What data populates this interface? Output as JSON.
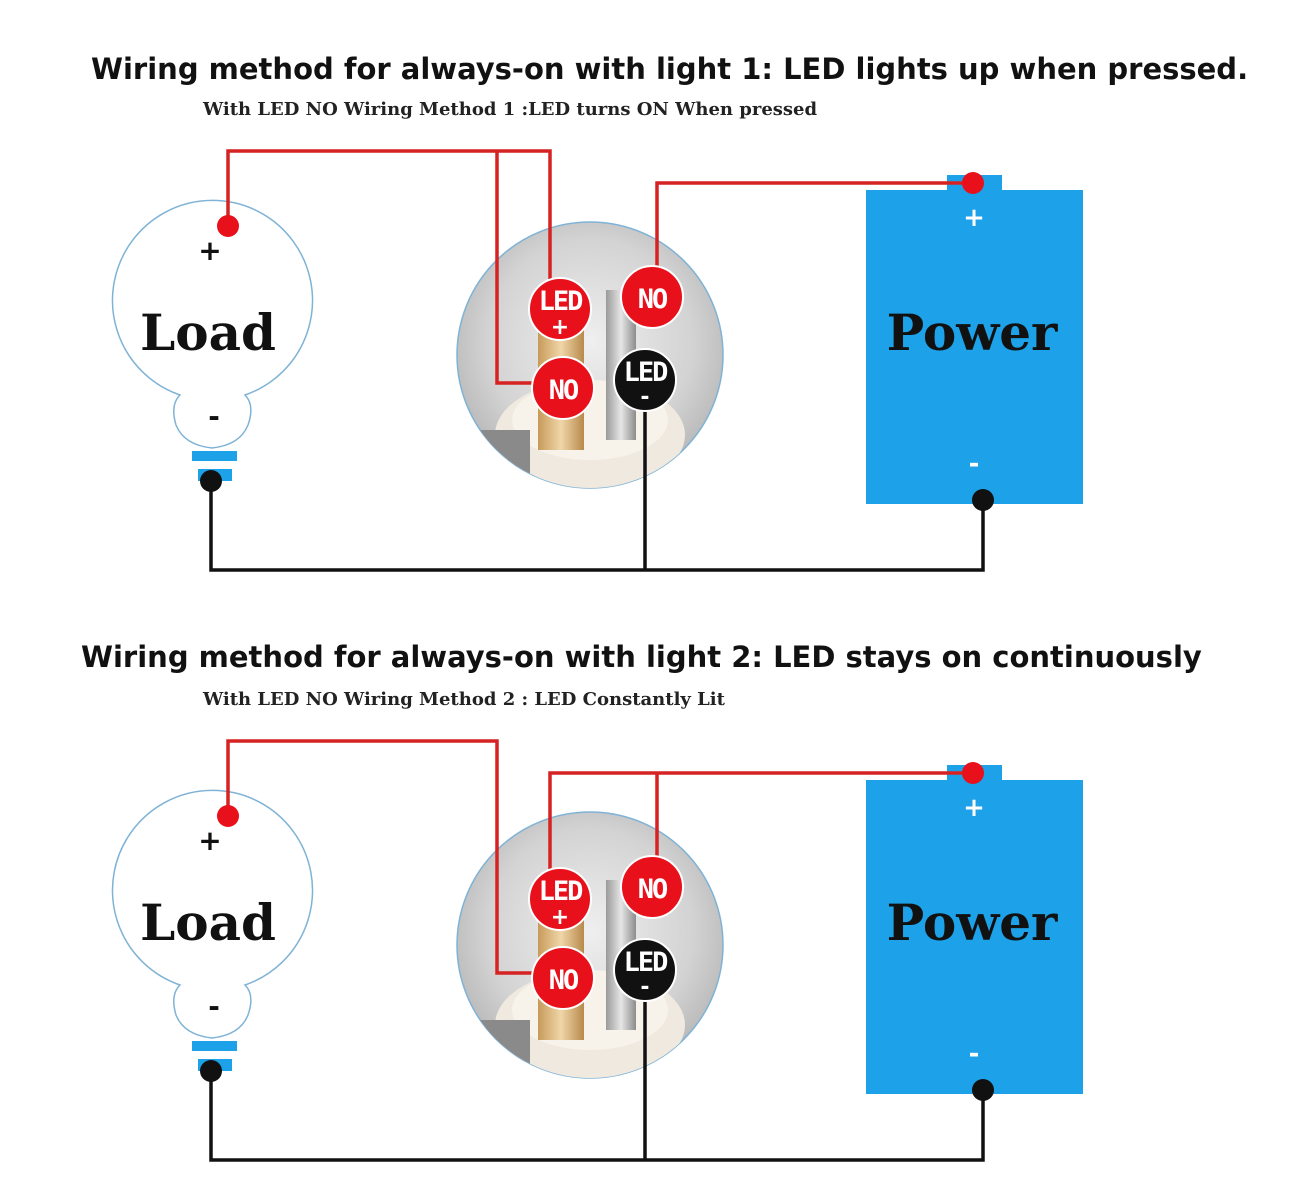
{
  "colors": {
    "wire_positive": "#d62222",
    "wire_negative": "#111111",
    "power_fill": "#1da1e8",
    "terminal_red": "#e8101a",
    "terminal_black": "#111111"
  },
  "diagrams": [
    {
      "title": "Wiring method for always-on with light 1: LED lights up when pressed.",
      "subtitle": "With LED NO Wiring Method 1 :LED turns ON When pressed",
      "load": {
        "label": "Load",
        "plus": "+",
        "minus": "-"
      },
      "power": {
        "label": "Power",
        "plus": "+",
        "minus": "-"
      },
      "switch": {
        "led_plus": {
          "label": "LED",
          "sign": "+"
        },
        "no_top": {
          "label": "NO"
        },
        "no_bottom": {
          "label": "NO"
        },
        "led_minus": {
          "label": "LED",
          "sign": "-"
        }
      }
    },
    {
      "title": "Wiring method for always-on with light 2: LED stays on continuously",
      "subtitle": "With LED NO Wiring Method 2 : LED Constantly Lit",
      "load": {
        "label": "Load",
        "plus": "+",
        "minus": "-"
      },
      "power": {
        "label": "Power",
        "plus": "+",
        "minus": "-"
      },
      "switch": {
        "led_plus": {
          "label": "LED",
          "sign": "+"
        },
        "no_top": {
          "label": "NO"
        },
        "no_bottom": {
          "label": "NO"
        },
        "led_minus": {
          "label": "LED",
          "sign": "-"
        }
      }
    }
  ]
}
